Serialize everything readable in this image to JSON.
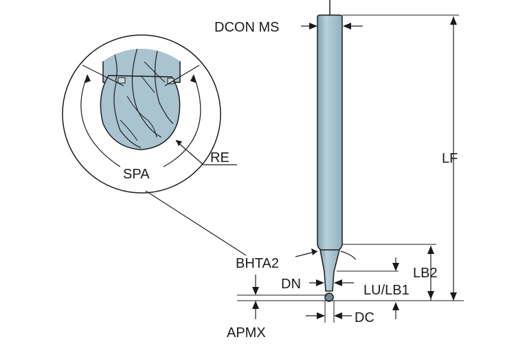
{
  "labels": {
    "dcon_ms": "DCON MS",
    "lf": "LF",
    "re": "RE",
    "spa": "SPA",
    "bhta2": "BHTA2",
    "lb2": "LB2",
    "dn": "DN",
    "lu_lb1": "LU/LB1",
    "apmx": "APMX",
    "dc": "DC"
  },
  "colors": {
    "tool_body": "#a9c3cf",
    "tool_outline": "#1a1a1a",
    "dimension_lines": "#1a1a1a",
    "background": "#ffffff"
  }
}
